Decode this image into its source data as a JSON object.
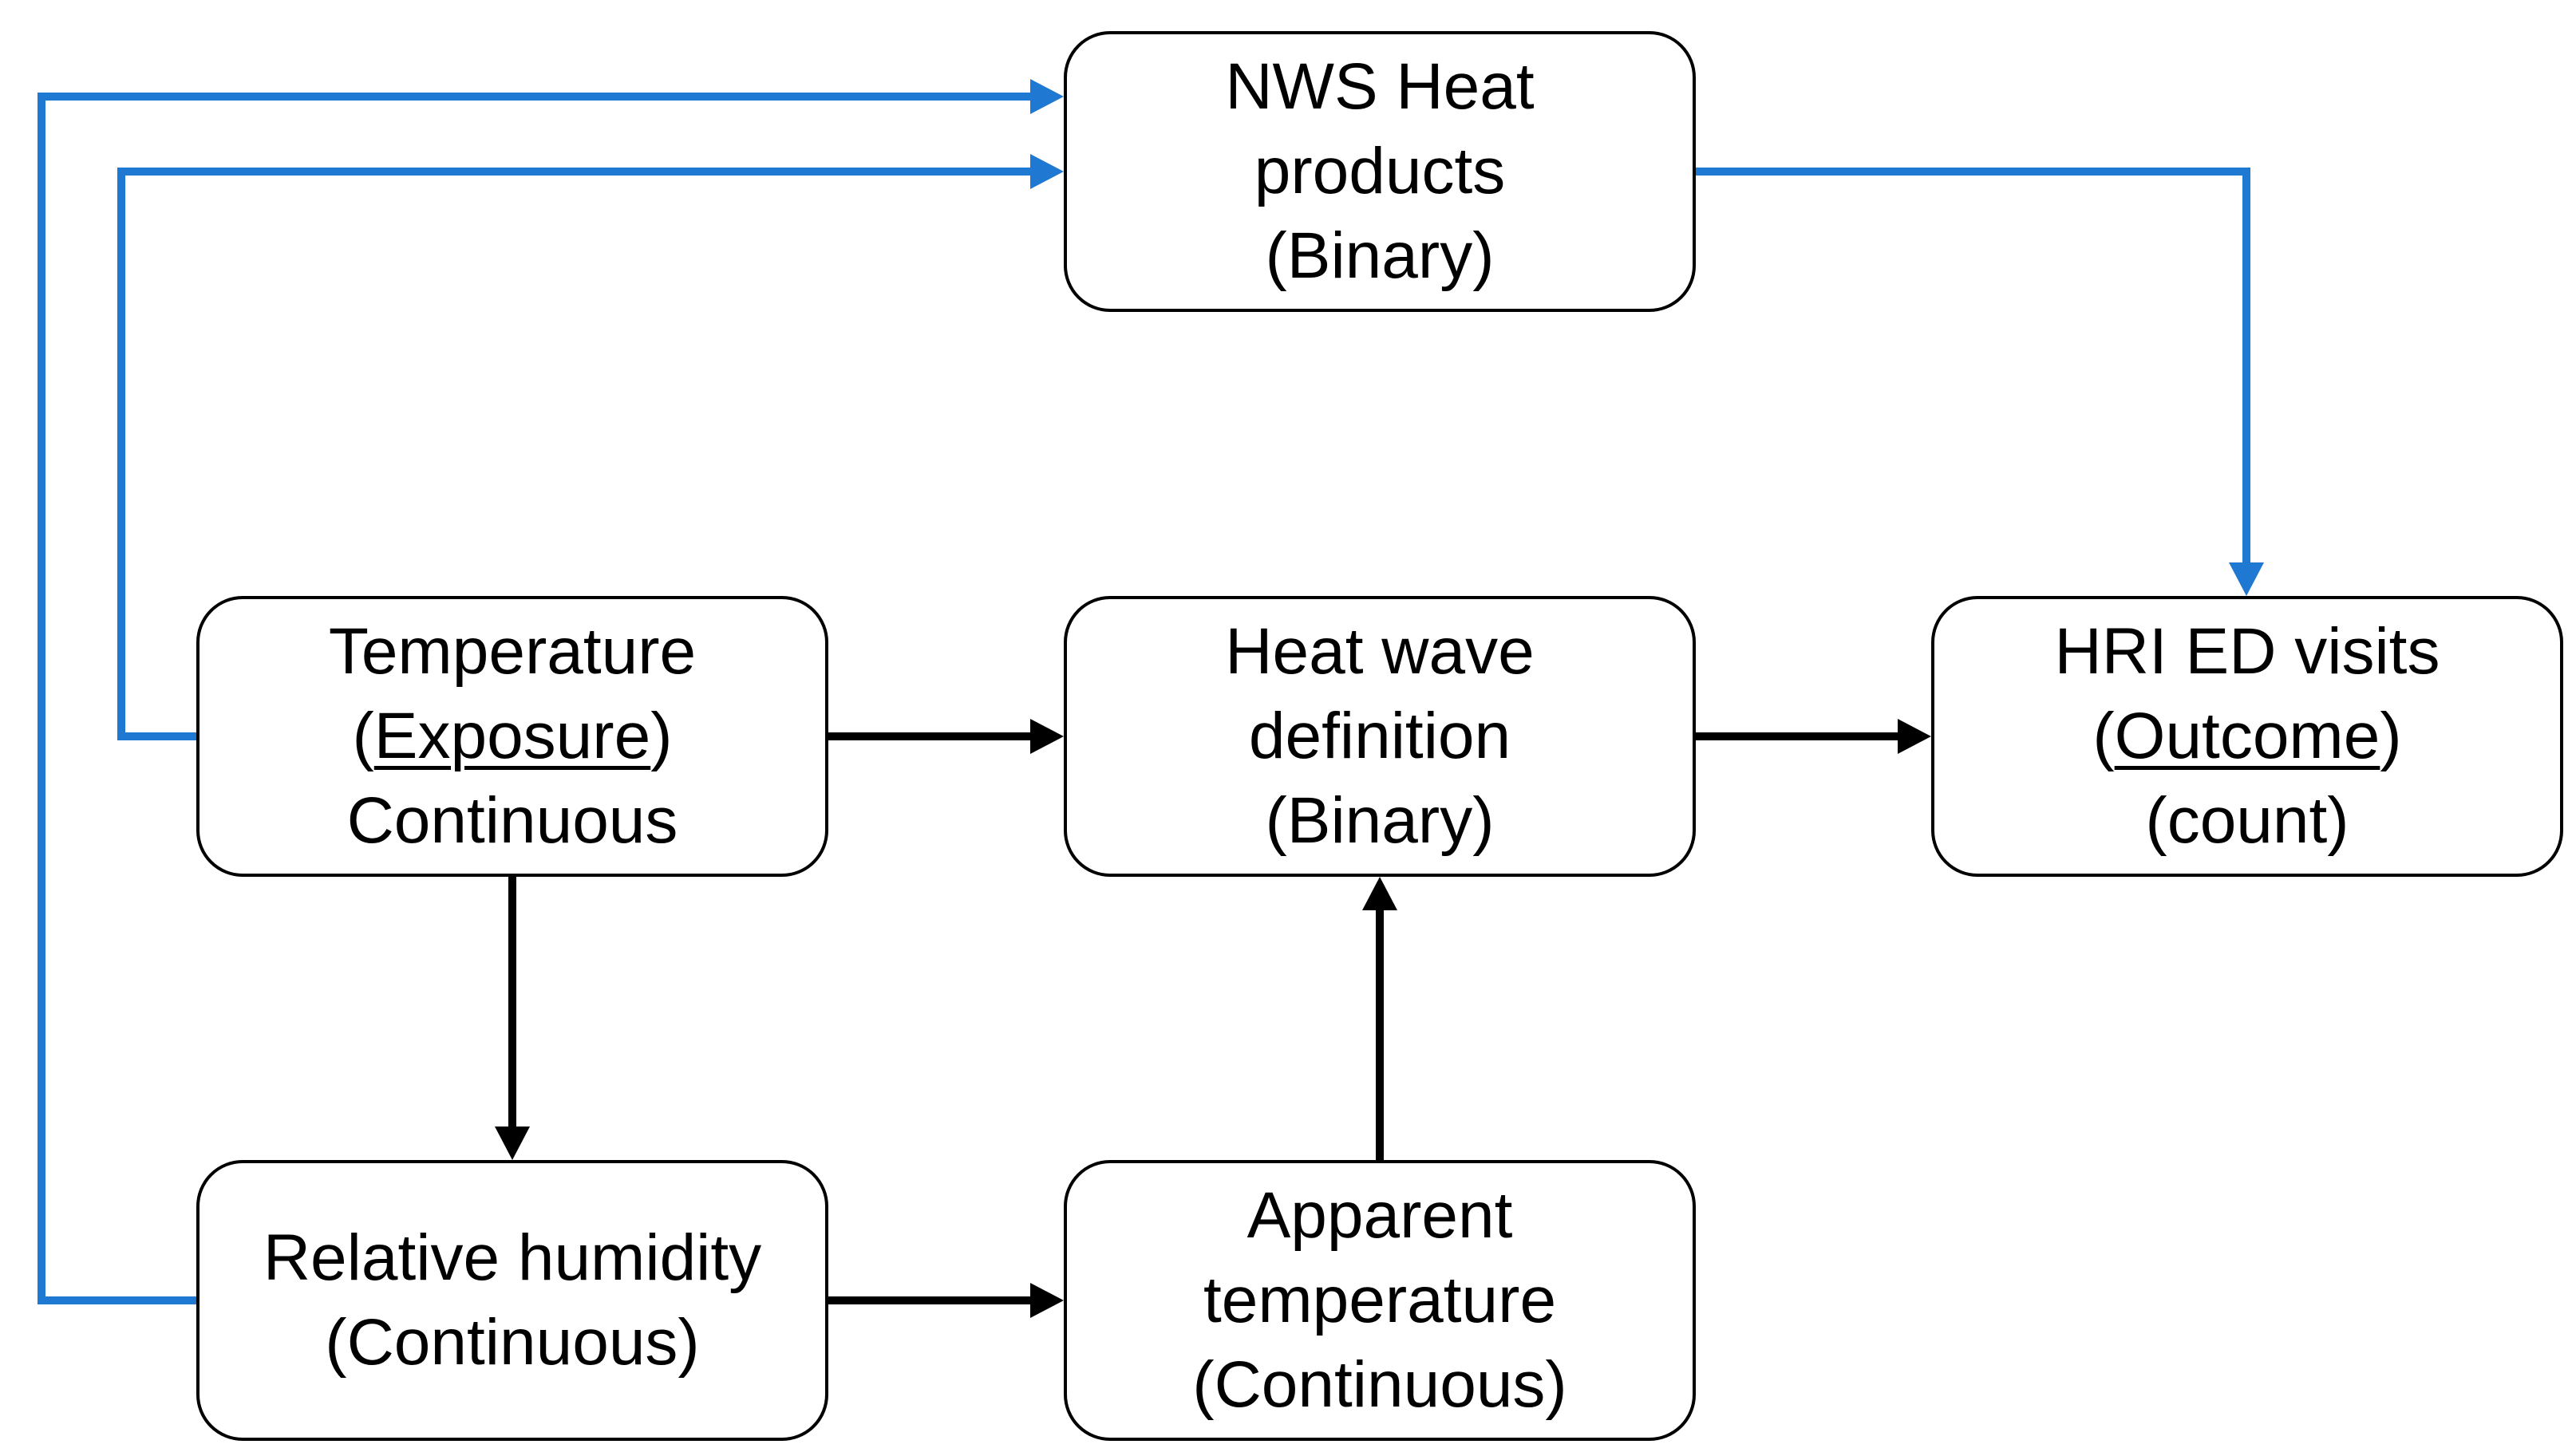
{
  "colors": {
    "black_arrow": "#000000",
    "blue_arrow": "#1f78d1",
    "box_border": "#000000"
  },
  "nodes": {
    "nws": {
      "line1": "NWS Heat",
      "line2": "products",
      "line3": "(Binary)"
    },
    "temperature": {
      "line1": "Temperature",
      "line2_open": "(",
      "line2_underlined": "Exposure",
      "line2_close": ")",
      "line3": "Continuous"
    },
    "heatwave": {
      "line1": "Heat wave",
      "line2": "definition",
      "line3": "(Binary)"
    },
    "hri": {
      "line1": "HRI ED visits",
      "line2_open": "(",
      "line2_underlined": "Outcome",
      "line2_close": ")",
      "line3": "(count)"
    },
    "humidity": {
      "line1": "Relative humidity",
      "line2": "(Continuous)"
    },
    "apparent": {
      "line1": "Apparent",
      "line2": "temperature",
      "line3": "(Continuous)"
    }
  },
  "edges": [
    {
      "from": "temperature",
      "to": "heatwave",
      "color": "black"
    },
    {
      "from": "heatwave",
      "to": "hri",
      "color": "black"
    },
    {
      "from": "temperature",
      "to": "humidity",
      "color": "black"
    },
    {
      "from": "humidity",
      "to": "apparent",
      "color": "black"
    },
    {
      "from": "apparent",
      "to": "heatwave",
      "color": "black"
    },
    {
      "from": "nws",
      "to": "hri",
      "color": "blue"
    },
    {
      "from": "temperature",
      "to": "nws",
      "color": "blue"
    },
    {
      "from": "humidity",
      "to": "nws",
      "color": "blue"
    }
  ]
}
